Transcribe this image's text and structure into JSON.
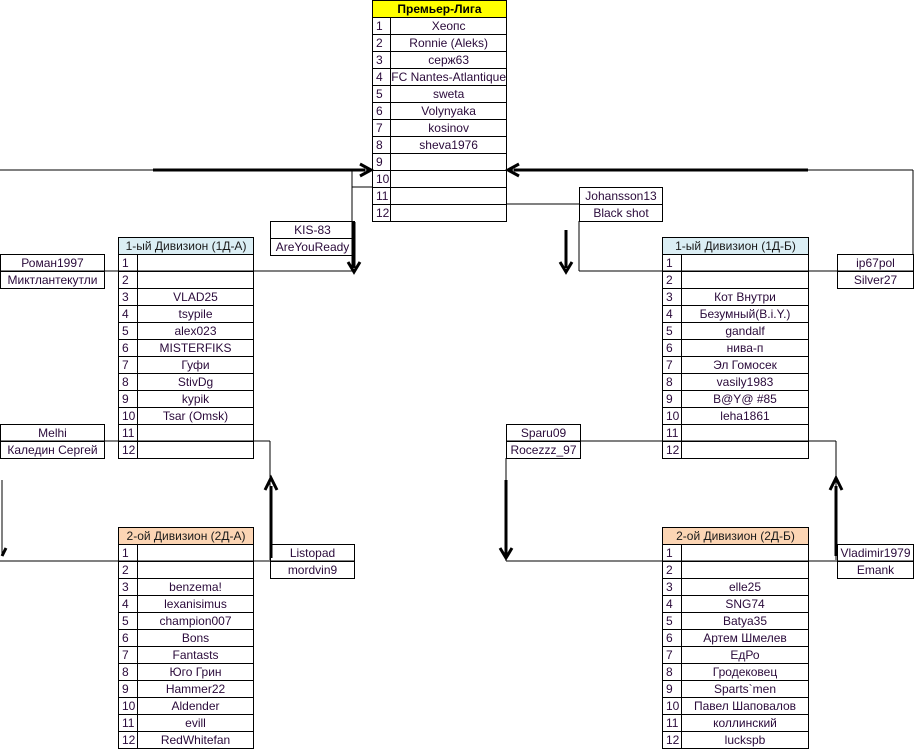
{
  "colors": {
    "premier_header": "#ffff00",
    "div1_header": "#dbeef4",
    "div2_header": "#fcd5b4",
    "text": "#2a0a3a"
  },
  "premier": {
    "title": "Премьер-Лига",
    "rows": [
      {
        "n": "1",
        "name": "Хеопс"
      },
      {
        "n": "2",
        "name": "Ronnie (Aleks)"
      },
      {
        "n": "3",
        "name": "серж63"
      },
      {
        "n": "4",
        "name": "FC Nantes-Atlantique"
      },
      {
        "n": "5",
        "name": "sweta"
      },
      {
        "n": "6",
        "name": "Volynyaka"
      },
      {
        "n": "7",
        "name": "kosinov"
      },
      {
        "n": "8",
        "name": "sheva1976"
      },
      {
        "n": "9",
        "name": ""
      },
      {
        "n": "10",
        "name": ""
      },
      {
        "n": "11",
        "name": ""
      },
      {
        "n": "12",
        "name": ""
      }
    ]
  },
  "div1a": {
    "title": "1-ый Дивизион (1Д-А)",
    "rows": [
      {
        "n": "1",
        "name": ""
      },
      {
        "n": "2",
        "name": ""
      },
      {
        "n": "3",
        "name": "VLAD25"
      },
      {
        "n": "4",
        "name": "tsypile"
      },
      {
        "n": "5",
        "name": "alex023"
      },
      {
        "n": "6",
        "name": "MISTERFIKS"
      },
      {
        "n": "7",
        "name": "Гуфи"
      },
      {
        "n": "8",
        "name": "StivDg"
      },
      {
        "n": "9",
        "name": "kypik"
      },
      {
        "n": "10",
        "name": "Tsar (Omsk)"
      },
      {
        "n": "11",
        "name": ""
      },
      {
        "n": "12",
        "name": ""
      }
    ]
  },
  "div1b": {
    "title": "1-ый Дивизион (1Д-Б)",
    "rows": [
      {
        "n": "1",
        "name": ""
      },
      {
        "n": "2",
        "name": ""
      },
      {
        "n": "3",
        "name": "Кот Внутри"
      },
      {
        "n": "4",
        "name": "Безумный(B.i.Y.)"
      },
      {
        "n": "5",
        "name": "gandalf"
      },
      {
        "n": "6",
        "name": "нива-п"
      },
      {
        "n": "7",
        "name": "Эл Гомосек"
      },
      {
        "n": "8",
        "name": "vasily1983"
      },
      {
        "n": "9",
        "name": "B@Y@ #85"
      },
      {
        "n": "10",
        "name": "leha1861"
      },
      {
        "n": "11",
        "name": ""
      },
      {
        "n": "12",
        "name": ""
      }
    ]
  },
  "div2a": {
    "title": "2-ой Дивизион (2Д-А)",
    "rows": [
      {
        "n": "1",
        "name": ""
      },
      {
        "n": "2",
        "name": ""
      },
      {
        "n": "3",
        "name": "benzema!"
      },
      {
        "n": "4",
        "name": "lexanisimus"
      },
      {
        "n": "5",
        "name": "champion007"
      },
      {
        "n": "6",
        "name": "Bons"
      },
      {
        "n": "7",
        "name": "Fantasts"
      },
      {
        "n": "8",
        "name": "Юго Грин"
      },
      {
        "n": "9",
        "name": "Hammer22"
      },
      {
        "n": "10",
        "name": "Aldender"
      },
      {
        "n": "11",
        "name": "evill"
      },
      {
        "n": "12",
        "name": "RedWhitefan"
      }
    ]
  },
  "div2b": {
    "title": "2-ой Дивизион (2Д-Б)",
    "rows": [
      {
        "n": "1",
        "name": ""
      },
      {
        "n": "2",
        "name": ""
      },
      {
        "n": "3",
        "name": "elle25"
      },
      {
        "n": "4",
        "name": "SNG74"
      },
      {
        "n": "5",
        "name": "Batya35"
      },
      {
        "n": "6",
        "name": "Артем Шмелев"
      },
      {
        "n": "7",
        "name": "ЕдРо"
      },
      {
        "n": "8",
        "name": "Гродековец"
      },
      {
        "n": "9",
        "name": "Sparts`men"
      },
      {
        "n": "10",
        "name": "Павел Шаповалов"
      },
      {
        "n": "11",
        "name": "коллинский"
      },
      {
        "n": "12",
        "name": "luckspb"
      }
    ]
  },
  "boxes": {
    "kis": [
      "KIS-83",
      "AreYouReady"
    ],
    "johansson": [
      "Johansson13",
      "Black shot"
    ],
    "roman": [
      "Роман1997",
      "Миктлантекутли"
    ],
    "ip67": [
      "ip67pol",
      "Silver27"
    ],
    "melhi": [
      "Melhi",
      "Каледин Сергей"
    ],
    "sparu": [
      "Sparu09",
      "Rocezzz_97"
    ],
    "listopad": [
      "Listopad",
      "mordvin9"
    ],
    "vladimir": [
      "Vladimir1979",
      "Emank"
    ]
  }
}
